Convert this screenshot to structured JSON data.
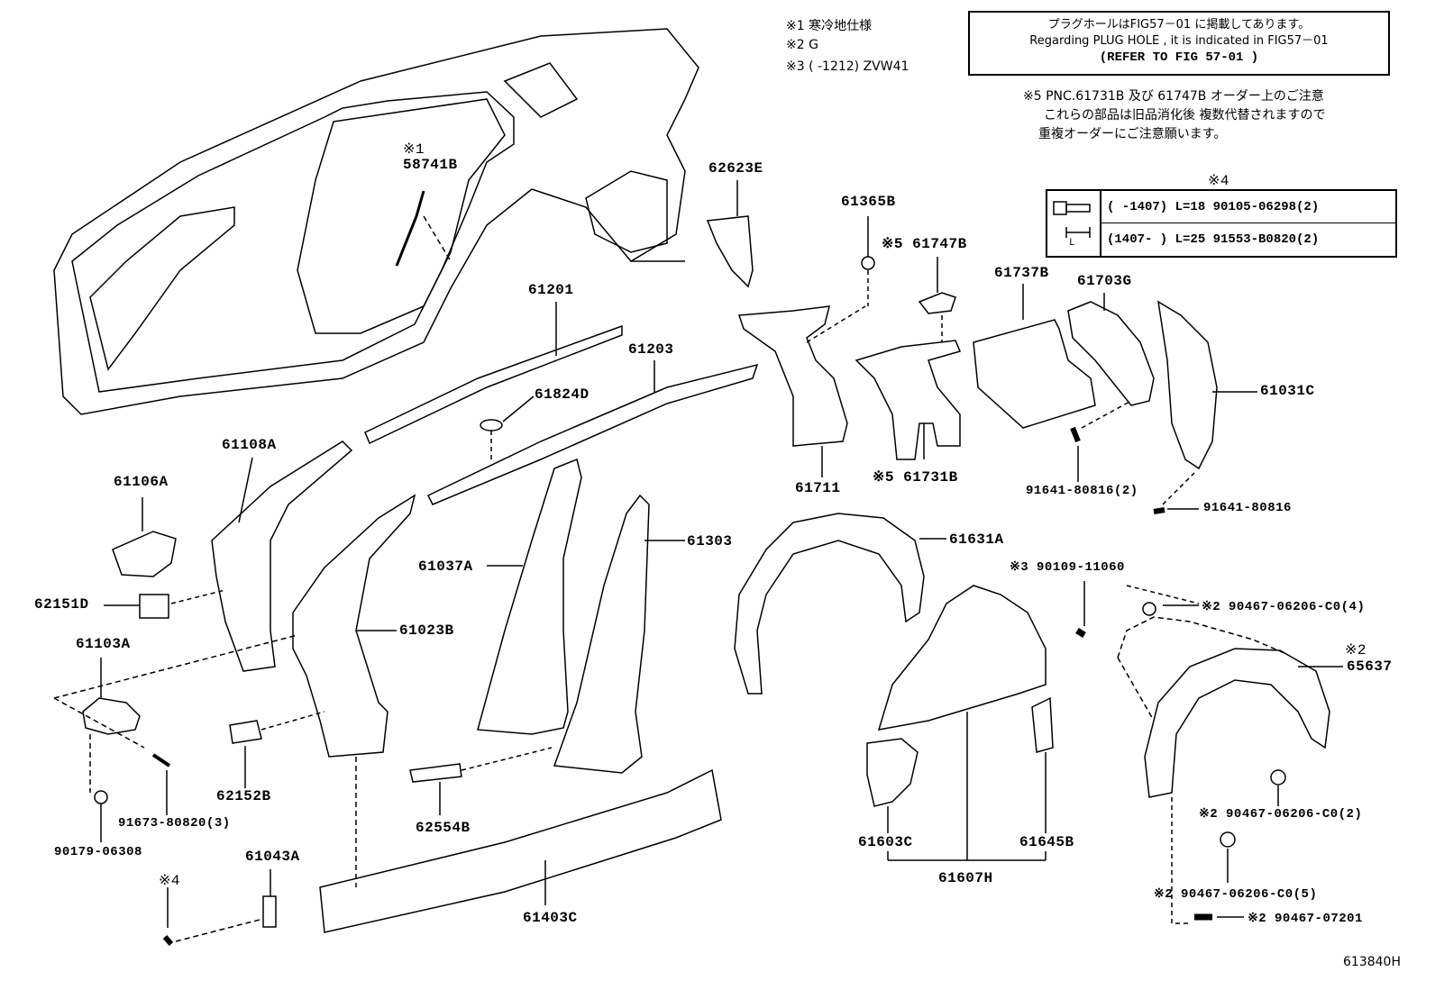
{
  "notes": {
    "n1": "※1 寒冷地仕様",
    "n2": "※2 G",
    "n3": "※3 (      -1212) ZVW41"
  },
  "info_box": {
    "line1": "プラグホールはFIG57－01 に掲載してあります。",
    "line2": "Regarding  PLUG HOLE , it is indicated in FIG57－01",
    "line3": "(REFER TO FIG 57-01 )"
  },
  "caution": {
    "line1": "※5 PNC.61731B 及び 61747B オーダー上のご注意",
    "line2": "これらの部品は旧品消化後 複数代替されますので",
    "line3": "重複オーダーにご注意願います。"
  },
  "bolt_table": {
    "title": "※4",
    "dim_label": "L",
    "row1": "(      -1407) L=18  90105-06298(2)",
    "row2": "(1407-      ) L=25  91553-B0820(2)"
  },
  "labels": {
    "l58741B_mark": "※1",
    "l58741B": "58741B",
    "l62623E": "62623E",
    "l61365B": "61365B",
    "l61747B": "※5 61747B",
    "l61737B": "61737B",
    "l61703G": "61703G",
    "l61201": "61201",
    "l61203": "61203",
    "l61824D": "61824D",
    "l61031C": "61031C",
    "l61711": "61711",
    "l61731B": "※5 61731B",
    "l91641a": "91641-80816(2)",
    "l91641b": "91641-80816",
    "l61108A": "61108A",
    "l61106A": "61106A",
    "l62151D": "62151D",
    "l61037A": "61037A",
    "l61303": "61303",
    "l61631A": "61631A",
    "l90109": "※3 90109-11060",
    "l90467a": "※2 90467-06206-C0(4)",
    "l65637_mark": "※2",
    "l65637": "65637",
    "l61023B": "61023B",
    "l61103A": "61103A",
    "l62152B": "62152B",
    "l91673": "91673-80820(3)",
    "l90179": "90179-06308",
    "l61043A": "61043A",
    "l4mark": "※4",
    "l62554B": "62554B",
    "l61403C": "61403C",
    "l61603C": "61603C",
    "l61645B": "61645B",
    "l61607H": "61607H",
    "l90467b": "※2 90467-06206-C0(2)",
    "l90467c": "※2 90467-06206-C0(5)",
    "l90467d": "※2 90467-07201",
    "fig_code": "613840H"
  }
}
